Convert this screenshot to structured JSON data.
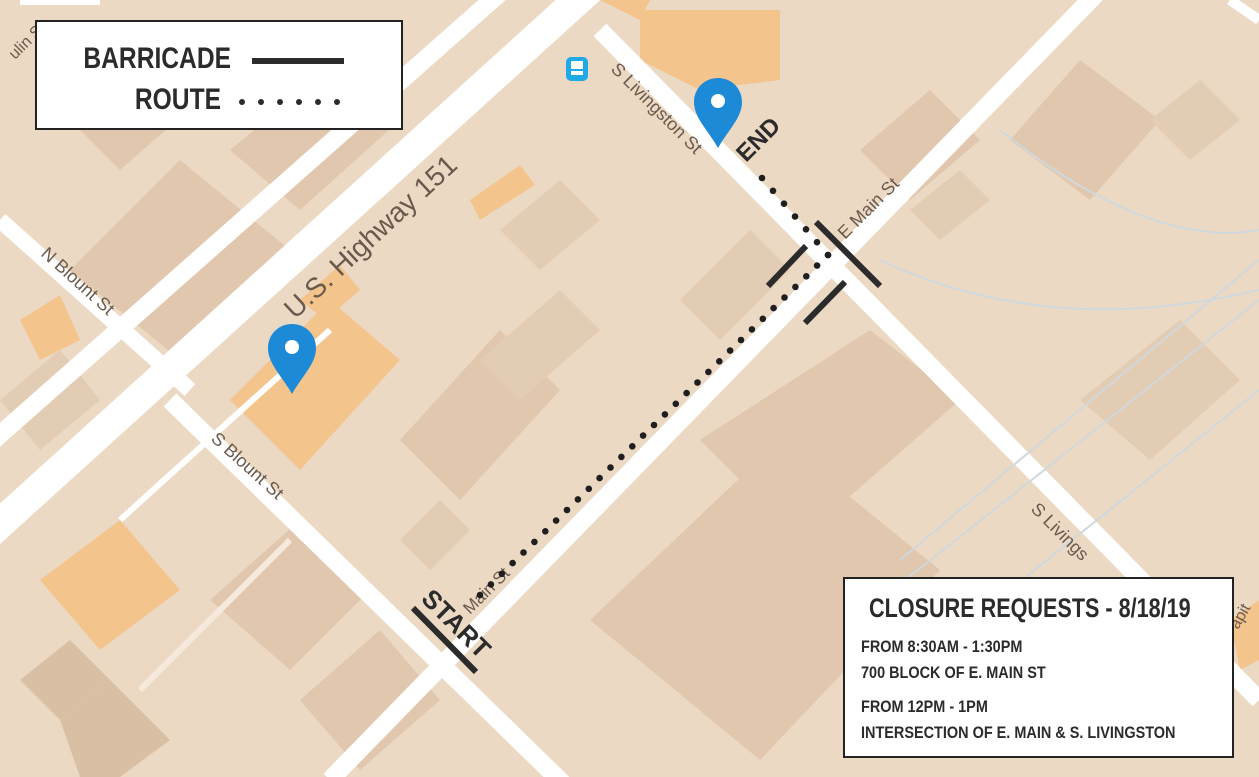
{
  "legend": {
    "barricade_label": "BARRICADE",
    "route_label": "ROUTE"
  },
  "streets": {
    "highway": "U.S. Highway 151",
    "n_blount": "N Blount St",
    "s_blount": "S Blount St",
    "s_livingston_top": "S Livingston St",
    "s_livingston_bottom": "S Livings",
    "e_main": "E Main St",
    "main_lower": "Main St",
    "partial_top_left": "ulin St",
    "partial_right": "apit"
  },
  "markers": {
    "start_label": "START",
    "end_label": "END"
  },
  "info_box": {
    "title": "CLOSURE REQUESTS - 8/18/19",
    "entries": [
      {
        "time": "FROM 8:30AM - 1:30PM",
        "location": "700 BLOCK OF E. MAIN ST"
      },
      {
        "time": "FROM 12PM - 1PM",
        "location": "INTERSECTION OF E. MAIN & S. LIVINGSTON"
      }
    ]
  },
  "colors": {
    "background": "#ecd9c4",
    "road": "#ffffff",
    "building": "#e2cab1",
    "highlight_building": "#f4c48d",
    "pin": "#1c8ad6",
    "barricade": "#2b2b2b",
    "bus_icon": "#1fa9e6"
  }
}
